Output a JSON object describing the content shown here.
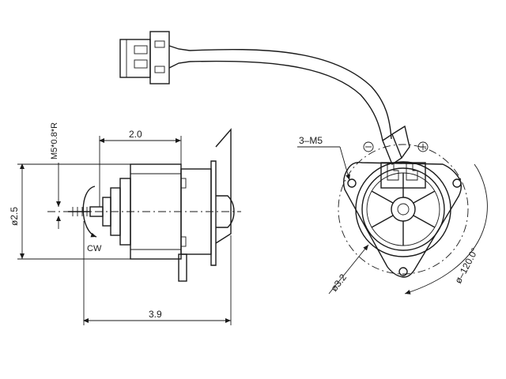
{
  "diagram": {
    "dimensions": {
      "length_top": "2.0",
      "length_bottom": "3.9",
      "diameter_side": "ø2.5",
      "thread": "M5*0.8*R",
      "rotation": "CW",
      "holes": "3–M5",
      "bolt_circle": "ø3.2",
      "mount_circle": "ø–120.0°"
    },
    "symbols": {
      "negative": "⊖",
      "positive": "⊕"
    }
  }
}
